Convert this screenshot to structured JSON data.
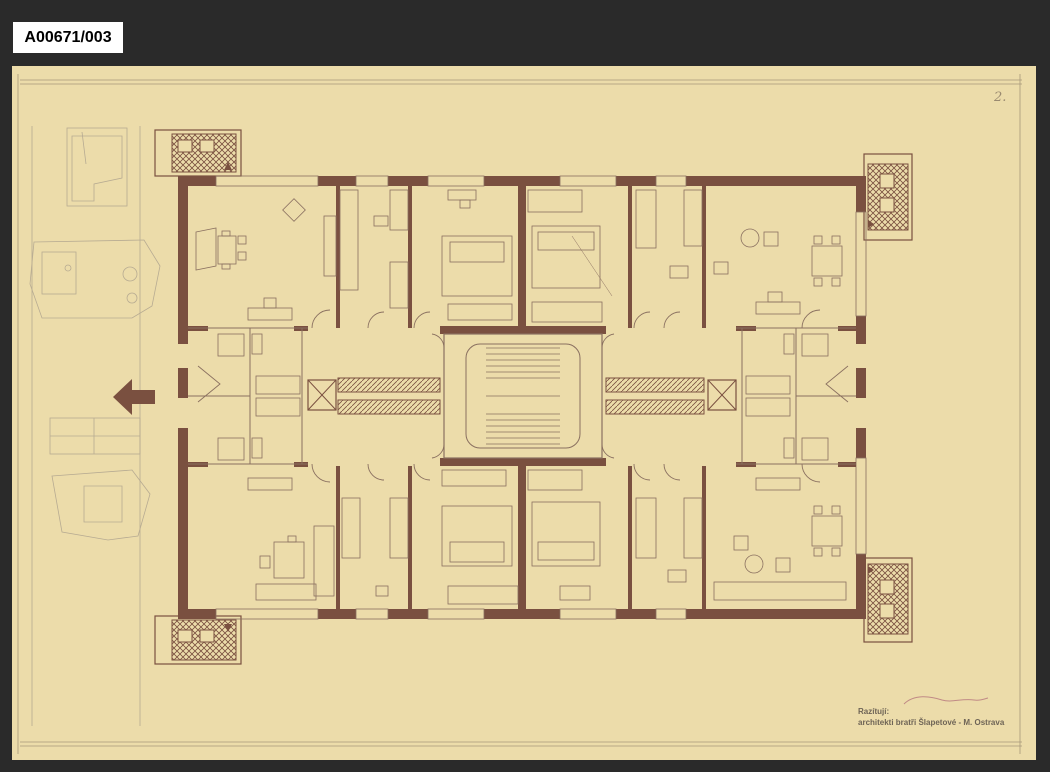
{
  "archive_label": "A00671/003",
  "sheet": {
    "page_number": "2.",
    "credits_line1": "Razítují:",
    "credits_line2": "architekti bratři Šlapetové - M. Ostrava"
  },
  "colors": {
    "background": "#2a2a2a",
    "paper": "#ecdcaa",
    "wall": "#7a5040",
    "ink": "#8a7060",
    "pencil": "#b7ab92"
  },
  "icons": {
    "direction_arrow": "left-arrow-icon"
  }
}
